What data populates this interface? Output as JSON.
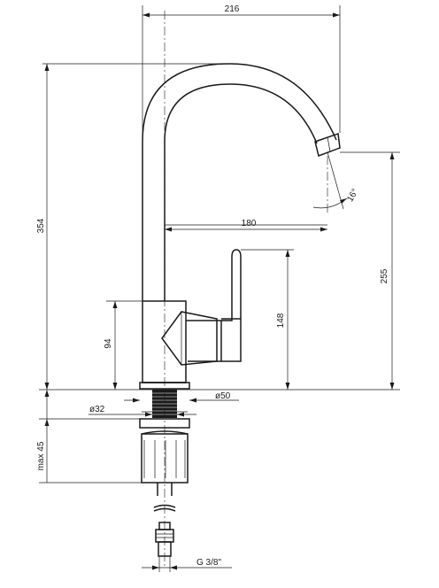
{
  "drawing": {
    "dimensions": {
      "width": "216",
      "reach": "180",
      "height": "354",
      "spout_height": "255",
      "lever_height": "148",
      "body_height": "94",
      "angle": "16°",
      "base_diameter": "ø50",
      "hole_diameter": "ø32",
      "max_thickness": "max 45",
      "connector": "G 3/8\""
    }
  }
}
